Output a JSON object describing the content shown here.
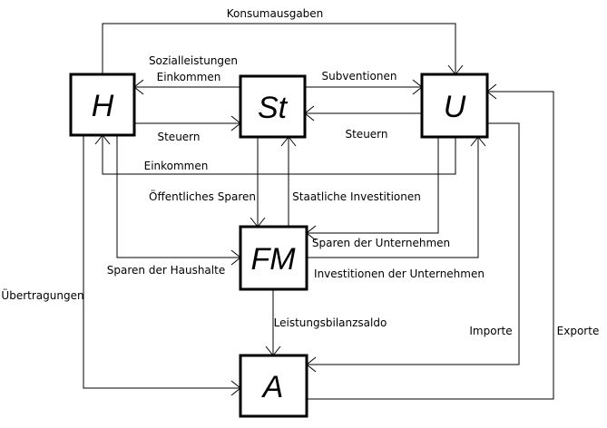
{
  "nodes": {
    "H": "H",
    "St": "St",
    "U": "U",
    "FM": "FM",
    "A": "A"
  },
  "labels": {
    "konsumausgaben": "Konsumausgaben",
    "sozialleistungen": "Sozialleistungen",
    "einkommen_st": "Einkommen",
    "subventionen": "Subventionen",
    "steuern_h": "Steuern",
    "steuern_u": "Steuern",
    "einkommen_u": "Einkommen",
    "oeffentliches_sparen": "Öffentliches Sparen",
    "staatliche_investitionen": "Staatliche Investitionen",
    "sparen_unternehmen": "Sparen der Unternehmen",
    "sparen_haushalte": "Sparen der Haushalte",
    "investitionen_unternehmen": "Investitionen der Unternehmen",
    "uebertragungen": "Übertragungen",
    "leistungsbilanzsaldo": "Leistungsbilanzsaldo",
    "importe": "Importe",
    "exporte": "Exporte"
  }
}
